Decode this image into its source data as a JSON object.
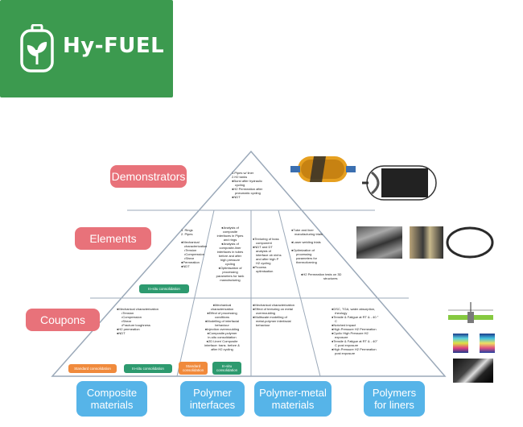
{
  "logo": {
    "text": "Hy-FUEL"
  },
  "levels": {
    "demonstrators": "Demonstrators",
    "elements": "Elements",
    "coupons": "Coupons"
  },
  "columns": {
    "composite": [
      "Composite",
      "materials"
    ],
    "polymer_interfaces": [
      "Polymer",
      "interfaces"
    ],
    "polymer_metal": [
      "Polymer-metal",
      "materials"
    ],
    "polymers_liners": [
      "Polymers",
      "for liners"
    ]
  },
  "demonstrators_text": [
    "1.Pipes w/ liner",
    "2.H2 tanks",
    "",
    "●Burst after hydraulic",
    "cycling",
    "●H2 Permeation after",
    "pneumatic cycling",
    "●NDT"
  ],
  "elements_text": {
    "composite": [
      "1.        Rings",
      "2.        Pipes",
      "",
      "●Mechanical",
      "characterization",
      "•Tension",
      "•Compression",
      "•Shear",
      "●Permeation",
      "●NDT"
    ],
    "polymer_interfaces": [
      "●Analysis of",
      "composite",
      "interfaces in Pipes",
      "and rings",
      "●Analysis of",
      "composite-liner",
      "interfaces in tubes",
      "before and after",
      "high pressure",
      "cycling",
      "●Optimisation of",
      "processing",
      "parameters for tank",
      "manufacturing"
    ],
    "polymer_metal": [
      "●Texturing of boss",
      "component",
      "●NDT and DT",
      "analysis of",
      "interface ob ninhs",
      "and after high P",
      "H2 cycling",
      "●Process",
      "optimisation"
    ],
    "polymers_liners": [
      "●Tube and liner",
      "manufacturing trials",
      "",
      "●Laser welding trials",
      "",
      "●Optimization of",
      "processing",
      "parameters for",
      "thermoforming",
      "",
      "",
      "●H2 Permeation tests on 3D",
      "structures"
    ]
  },
  "coupons_text": {
    "composite": [
      "●Mechanical characterization",
      "•Tension",
      "•Compression",
      "•Shear",
      "•Fracture toughness",
      "●H2 permeation",
      "●NDT"
    ],
    "polymer_interfaces": [
      "●Mechanical",
      "characterization",
      "●Effect of processing",
      "conditions",
      "●Modelling of interfacial",
      "behaviour",
      "●Injection overmoulding",
      "●Composite-polymer",
      "in-situ consolidation",
      "●2D Liner/ Composite",
      "interface: trans. before &",
      "after H2 cycling"
    ],
    "polymer_metal": [
      "●Mechanical characterization",
      "●Effect of texturing on metal",
      "overmoulding",
      "●Multiscale modelling of",
      "metal-polymer interfacial",
      "behaviour"
    ],
    "polymers_liners": [
      "●DSC, TGA, water absorption,",
      "rheology",
      "●Tensile & Fatigue at RT & - 40 °",
      "C",
      "●Notched impact",
      "●High Pressure H2 Permeation",
      "●Cyclic High Pressure H2",
      "exposure",
      "●Tensile & Fatigue at RT & - 40°",
      "C post exposure",
      "●High Pressure H2 Permeation",
      "post exposure"
    ]
  },
  "tags": {
    "in_situ_elements": "In-situ consolidation",
    "standard_coupons": "Standard consolidation",
    "in_situ_coupons": "In-situ consolidation",
    "standard_interfaces": [
      "Standard",
      "consolidation"
    ],
    "in_situ_interfaces": [
      "In-situ",
      "consolidation"
    ]
  },
  "colors": {
    "level_label": "#e8727a",
    "column_label": "#56b4e8",
    "logo_bg": "#3c9a4f",
    "tag_orange": "#f08a3c",
    "tag_green": "#2d9a6f"
  }
}
